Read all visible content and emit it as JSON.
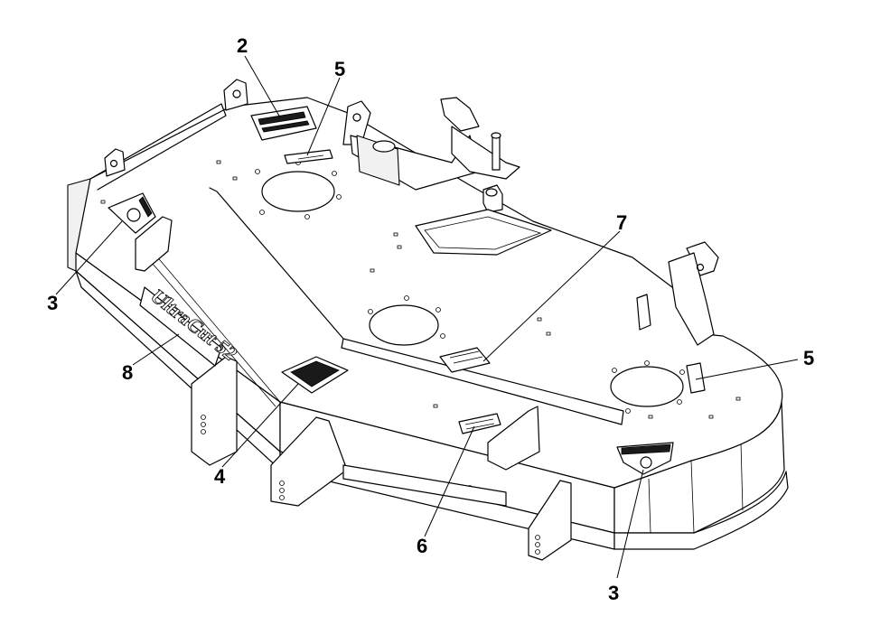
{
  "diagram": {
    "callouts": [
      {
        "id": "c2",
        "label": "2"
      },
      {
        "id": "c5a",
        "label": "5"
      },
      {
        "id": "c7",
        "label": "7"
      },
      {
        "id": "c5b",
        "label": "5"
      },
      {
        "id": "c3a",
        "label": "3"
      },
      {
        "id": "c8",
        "label": "8"
      },
      {
        "id": "c4",
        "label": "4"
      },
      {
        "id": "c6",
        "label": "6"
      },
      {
        "id": "c3b",
        "label": "3"
      }
    ],
    "logo_text": "UltraCut 52"
  }
}
